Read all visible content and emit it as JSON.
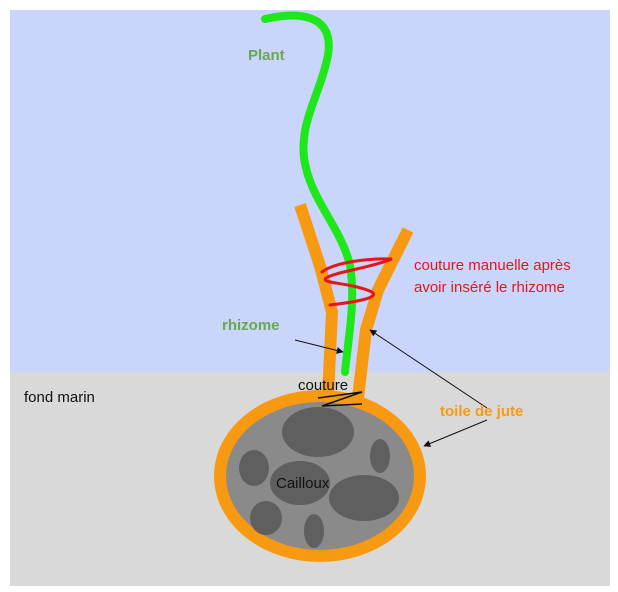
{
  "labels": {
    "plant": "Plant",
    "couture_manuelle_line1": "couture manuelle après",
    "couture_manuelle_line2": "avoir inséré le rhizome",
    "rhizome": "rhizome",
    "couture": "couture",
    "fond_marin": "fond marin",
    "toile_de_jute": "toile de jute",
    "cailloux": "Cailloux"
  },
  "colors": {
    "water": "#c9d5fb",
    "seabed": "#d9d9d9",
    "jute": "#f79a12",
    "bag_fill": "#8a8a8a",
    "stones": "#5f5f5f",
    "plant": "#1ee81a",
    "stitch_red": "#e3161a",
    "label_green": "#6aa84f",
    "label_orange": "#f79a12",
    "label_red": "#e3161a",
    "text_dark": "#111111"
  }
}
